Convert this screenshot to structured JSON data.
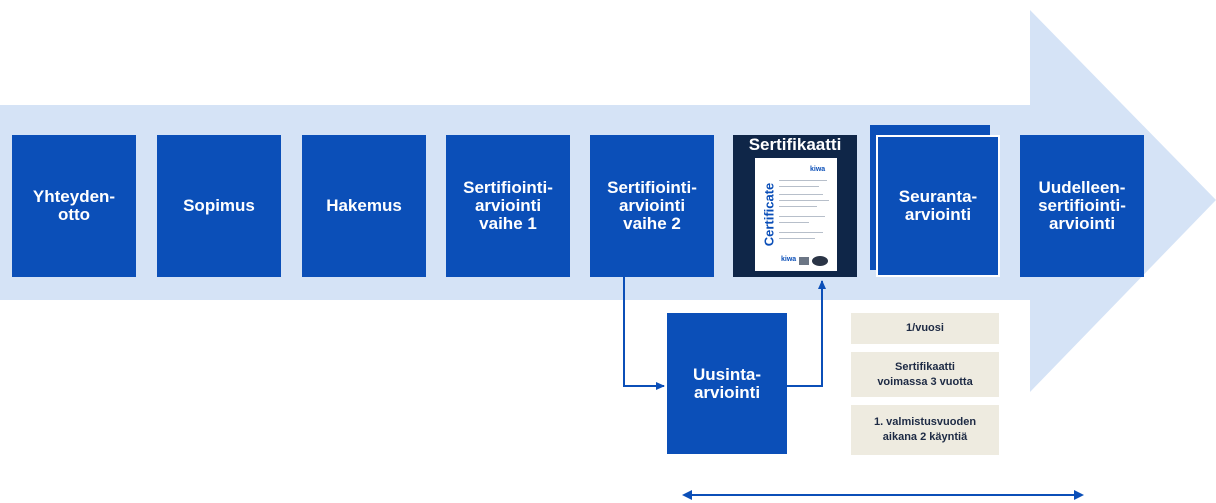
{
  "steps": {
    "s1": "Yhteyden-\notto",
    "s2": "Sopimus",
    "s3": "Hakemus",
    "s4": "Sertifiointi-\narviointi\nvaihe 1",
    "s5": "Sertifiointi-\narviointi\nvaihe 2",
    "s7": "Seuranta-\narviointi",
    "s8": "Uudelleen-\nsertifiointi-\narviointi"
  },
  "certificate": {
    "title": "Sertifikaatti",
    "doc_word": "Certificate",
    "logo_text": "kiwa"
  },
  "uusinta": "Uusinta-\narviointi",
  "notes": {
    "n1": "1/vuosi",
    "n2": "Sertifikaatti\nvoimassa 3 vuotta",
    "n3": "1. valmistusvuoden\naikana 2 käyntiä"
  },
  "colors": {
    "step": "#0b4fb8",
    "arrow_bg": "#d5e3f6",
    "cert_dark": "#0f2648",
    "note_bg": "#eeebe0"
  }
}
